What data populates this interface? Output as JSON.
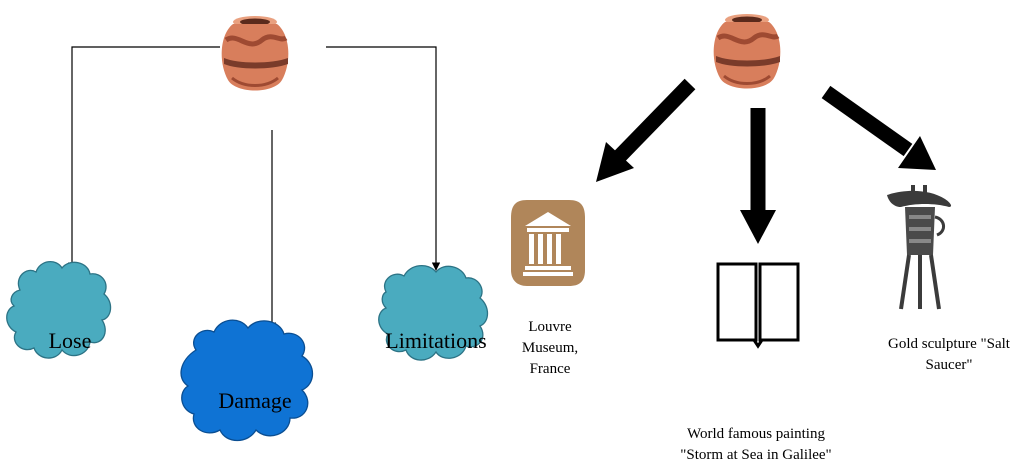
{
  "clouds": [
    {
      "id": "lose",
      "label": "Lose",
      "color": "#4aabbf"
    },
    {
      "id": "damage",
      "label": "Damage",
      "color": "#0f73d4"
    },
    {
      "id": "limitations",
      "label": "Limitations",
      "color": "#4aabbf"
    }
  ],
  "captions": {
    "louvre": [
      "Louvre",
      "Museum,",
      "France"
    ],
    "painting": [
      "World famous painting",
      "\"Storm at Sea in Galilee\""
    ],
    "sculpture": [
      "Gold sculpture \"Salt",
      "Saucer\""
    ]
  },
  "icons": {
    "left_root": "clay-pot-icon",
    "right_root": "clay-pot-icon",
    "museum": "museum-building-icon",
    "book": "open-book-icon",
    "sculpture": "bronze-vessel-icon"
  },
  "colors": {
    "pot_body": "#d87e5c",
    "pot_stripe": "#7a3b2a",
    "museum_badge": "#b0865a",
    "arrow": "#000000",
    "connector": "#000000"
  }
}
